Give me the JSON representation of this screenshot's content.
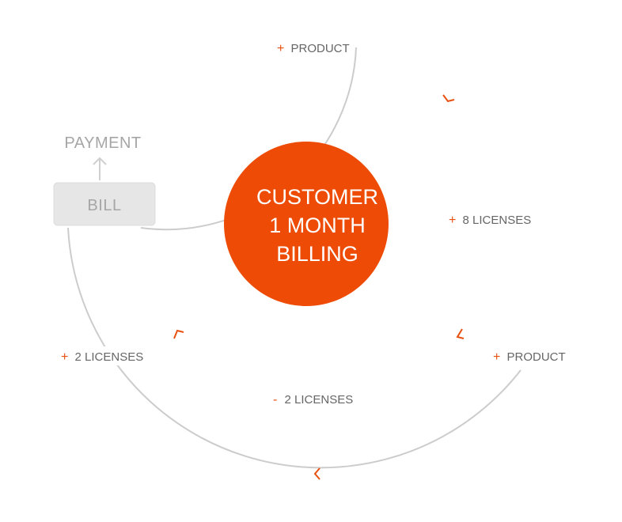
{
  "center": {
    "line1": "CUSTOMER",
    "line2": "1 MONTH",
    "line3": "BILLING",
    "color": "#ee4c06"
  },
  "payment_label": "PAYMENT",
  "bill_label": "BILL",
  "labels": {
    "top_product_sign": "+",
    "top_product_text": "PRODUCT",
    "eight_licenses_sign": "+",
    "eight_licenses_text": "8 LICENSES",
    "right_product_sign": "+",
    "right_product_text": "PRODUCT",
    "minus_licenses_sign": "-",
    "minus_licenses_text": "2 LICENSES",
    "left_licenses_sign": "+",
    "left_licenses_text": "2 LICENSES"
  },
  "colors": {
    "accent": "#e8500f",
    "arc": "#cccccc",
    "label": "#666666",
    "bill_box": "#e6e6e6"
  }
}
